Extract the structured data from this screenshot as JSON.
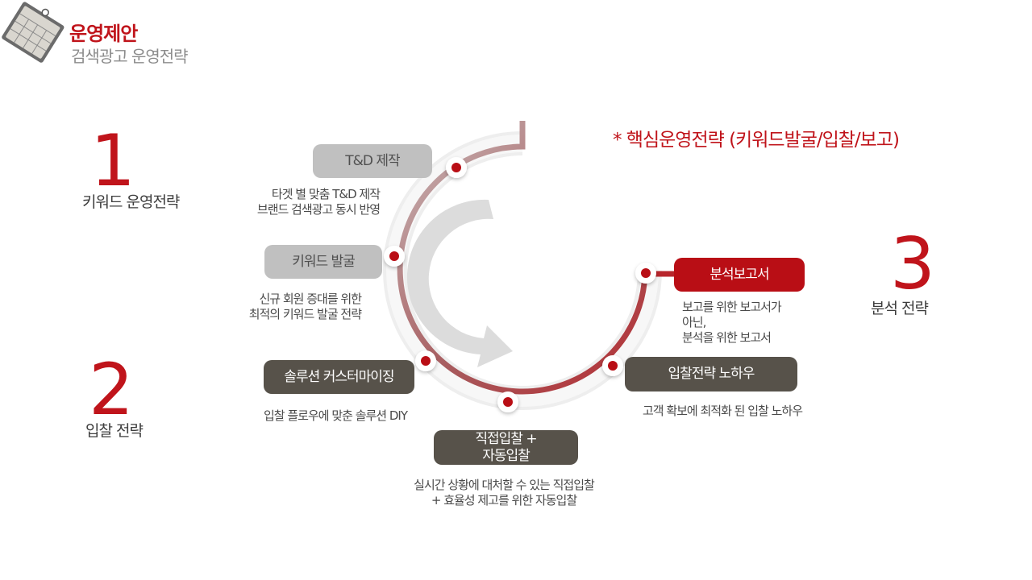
{
  "header": {
    "title": "운영제안",
    "subtitle": "검색광고 운영전략"
  },
  "colors": {
    "accent": "#c0141b",
    "dark_pill": "#57524a",
    "grey_pill": "#c0c0c0"
  },
  "sections": [
    {
      "number": "1",
      "label": "키워드 운영전략"
    },
    {
      "number": "2",
      "label": "입찰 전략"
    },
    {
      "number": "3",
      "label": "분석 전략"
    }
  ],
  "note": "* 핵심운영전략 (키워드발굴/입찰/보고)",
  "steps": [
    {
      "title": "T&D 제작",
      "desc": [
        "타겟 별 맞춤 T&D 제작",
        "브랜드 검색광고 동시 반영"
      ]
    },
    {
      "title": "키워드 발굴",
      "desc": [
        "신규 회원 증대를 위한",
        "최적의 키워드 발굴 전략"
      ]
    },
    {
      "title": "솔루션 커스터마이징",
      "desc": [
        "입찰 플로우에 맞춘 솔루션 DIY"
      ]
    },
    {
      "title_lines": [
        "직접입찰 +",
        "자동입찰"
      ],
      "desc": [
        "실시간 상황에  대처할 수 있는 직접입찰",
        "+ 효율성 제고를 위한 자동입찰"
      ]
    },
    {
      "title": "입찰전략 노하우",
      "desc": [
        "고객 확보에 최적화 된 입찰 노하우"
      ]
    },
    {
      "title": "분석보고서",
      "desc": [
        "보고를 위한 보고서가",
        "아닌,",
        "분석을 위한 보고서"
      ]
    }
  ]
}
